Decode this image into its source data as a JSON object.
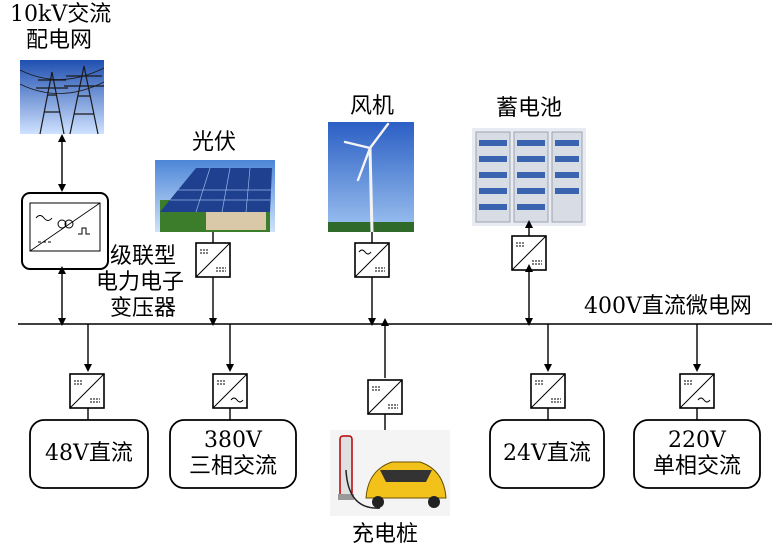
{
  "grid_source": {
    "line1": "10kV交流",
    "line2": "配电网"
  },
  "pv": {
    "label": "光伏"
  },
  "wind": {
    "label": "风机"
  },
  "battery": {
    "label": "蓄电池"
  },
  "transformer": {
    "line1": "级联型",
    "line2": "电力电子",
    "line3": "变压器"
  },
  "bus": {
    "label": "400V直流微电网"
  },
  "loads": [
    {
      "line1": "48V直流",
      "line2": ""
    },
    {
      "line1": "380V",
      "line2": "三相交流"
    },
    {
      "line1": "24V直流",
      "line2": ""
    },
    {
      "line1": "220V",
      "line2": "单相交流"
    }
  ],
  "ev_charger": {
    "label": "充电桩"
  },
  "colors": {
    "line": "#000000",
    "sky": "#4a7fd0",
    "solar": "#1f3f8f",
    "car": "#f2c21a"
  }
}
